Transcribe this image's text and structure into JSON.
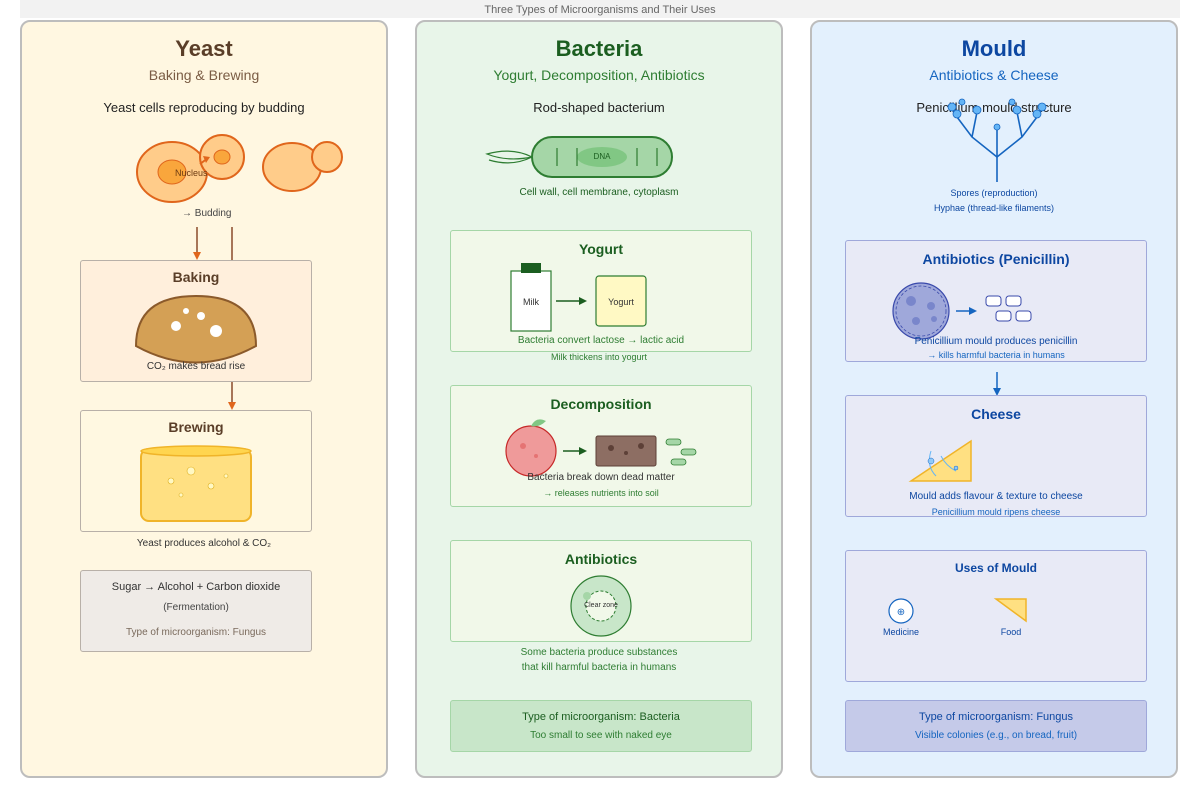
{
  "header": {
    "title": "Three Types of Microorganisms and Their Uses"
  },
  "yeast": {
    "title": "Yeast",
    "subtitle": "Baking & Brewing",
    "diagram_caption": "Yeast cells reproducing by budding",
    "nucleus_label": "Nucleus",
    "budding_label": "→ Budding",
    "baking": {
      "title": "Baking",
      "caption": "CO₂ makes bread rise"
    },
    "brewing": {
      "title": "Brewing",
      "caption": "Yeast produces alcohol & CO₂"
    },
    "summary": {
      "equation": "Sugar → Alcohol + Carbon dioxide",
      "process": "(Fermentation)",
      "type": "Type of microorganism: Fungus"
    },
    "colors": {
      "title": "#5a3e28",
      "accent": "#e0661c",
      "panel_bg": "#fff7e1"
    }
  },
  "bacteria": {
    "title": "Bacteria",
    "subtitle": "Yogurt, Decomposition, Antibiotics",
    "diagram_caption": "Rod-shaped bacterium",
    "dna_label": "DNA",
    "structure_caption": "Cell wall, cell membrane, cytoplasm",
    "yogurt": {
      "title": "Yogurt",
      "milk_label": "Milk",
      "yogurt_label": "Yogurt",
      "caption": "Bacteria convert lactose → lactic acid",
      "subcaption": "Milk thickens into yogurt"
    },
    "decomposition": {
      "title": "Decomposition",
      "caption": "Bacteria break down dead matter",
      "subcaption": "→ releases nutrients into soil"
    },
    "antibiotics": {
      "title": "Antibiotics",
      "zone_label": "Clear zone",
      "caption_line1": "Some bacteria produce substances",
      "caption_line2": "that kill harmful bacteria in humans"
    },
    "summary": {
      "type": "Type of microorganism: Bacteria",
      "note": "Too small to see with naked eye"
    },
    "colors": {
      "title": "#1b5e20",
      "accent": "#2e7d32",
      "panel_bg": "#e8f5e9"
    }
  },
  "mould": {
    "title": "Mould",
    "subtitle": "Antibiotics & Cheese",
    "diagram_caption": "Penicillium mould structure",
    "spores_label": "Spores (reproduction)",
    "hyphae_label": "Hyphae (thread-like filaments)",
    "antibiotics": {
      "title": "Antibiotics (Penicillin)",
      "caption": "Penicillium mould produces penicillin",
      "subcaption": "→ kills harmful bacteria in humans"
    },
    "cheese": {
      "title": "Cheese",
      "caption": "Mould adds flavour & texture to cheese",
      "subcaption": "Penicillium mould ripens cheese"
    },
    "uses": {
      "title": "Uses of Mould",
      "items": [
        "Medicine",
        "Food"
      ]
    },
    "summary": {
      "type": "Type of microorganism: Fungus",
      "note": "Visible colonies (e.g., on bread, fruit)"
    },
    "colors": {
      "title": "#0d47a1",
      "accent": "#1565c0",
      "panel_bg": "#e3f0fd"
    }
  }
}
